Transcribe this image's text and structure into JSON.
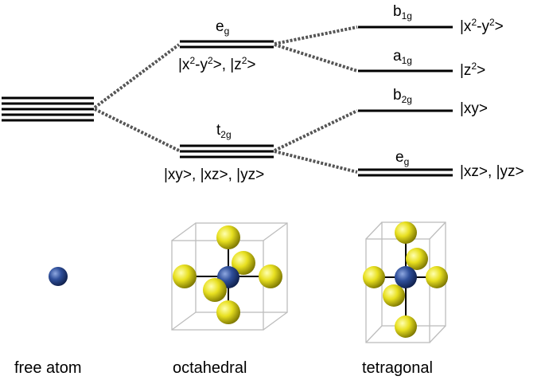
{
  "labels": {
    "eg_oct": {
      "main": "e",
      "sub": "g"
    },
    "t2g_oct": {
      "main": "t",
      "sub": "2g"
    },
    "b1g": {
      "main": "b",
      "sub": "1g"
    },
    "a1g": {
      "main": "a",
      "sub": "1g"
    },
    "b2g": {
      "main": "b",
      "sub": "2g"
    },
    "eg_tet": {
      "main": "e",
      "sub": "g"
    }
  },
  "orbitals": {
    "eg_oct": {
      "p1": "|x",
      "s1": "2",
      "p2": "-y",
      "s2": "2",
      "p3": ">, |z",
      "s3": "2",
      "p4": ">"
    },
    "t2g_oct": "|xy>, |xz>, |yz>",
    "b1g": {
      "p1": "|x",
      "s1": "2",
      "p2": "-y",
      "s2": "2",
      "p3": ">"
    },
    "a1g": {
      "p1": "|z",
      "s1": "2",
      "p2": ">"
    },
    "b2g": "|xy>",
    "eg_tet": "|xz>, |yz>"
  },
  "captions": {
    "free_atom": "free atom",
    "octahedral": "octahedral",
    "tetragonal": "tetragonal"
  },
  "colors": {
    "metal": "#2f4f9a",
    "ligand": "#e8e020",
    "cube": "#bdbdbd",
    "level": "#000000",
    "connector": "#555555"
  }
}
